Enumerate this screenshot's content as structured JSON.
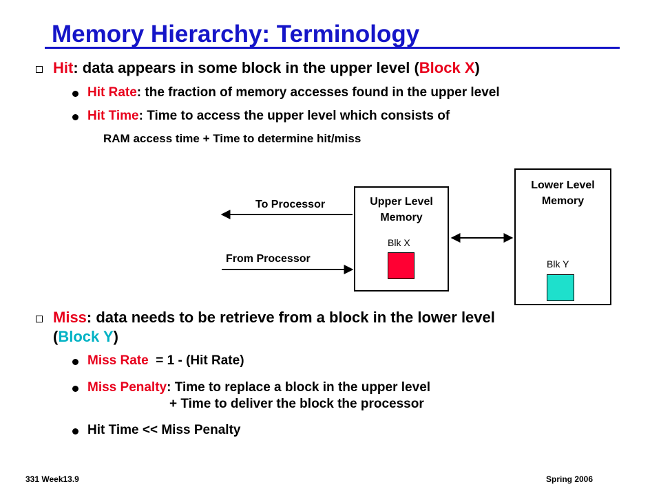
{
  "title": "Memory Hierarchy:  Terminology",
  "hit": {
    "term": "Hit",
    "text": ": data appears in some block in the upper level (",
    "block": "Block X",
    "close": ")",
    "rate_term": "Hit Rate",
    "rate_text": ": the fraction of memory accesses found in the upper level",
    "time_term": "Hit Time",
    "time_text": ": Time to access the upper level which consists of",
    "time_cont": "RAM access time + Time to determine hit/miss"
  },
  "diagram": {
    "to_processor": "To Processor",
    "from_processor": "From Processor",
    "upper_label_1": "Upper Level",
    "upper_label_2": "Memory",
    "upper_block": "Blk X",
    "lower_label_1": "Lower Level",
    "lower_label_2": "Memory",
    "lower_block": "Blk Y",
    "colors": {
      "blk_x": "#ff0033",
      "blk_y": "#1ee0cc"
    }
  },
  "miss": {
    "term": "Miss",
    "text": ": data needs to be retrieve from a block in the lower level",
    "cont_open": "(",
    "block": "Block Y",
    "cont_close": ")",
    "rate_term": "Miss Rate",
    "rate_text": "  = 1 - (Hit Rate)",
    "penalty_term": "Miss Penalty",
    "penalty_text": ": Time to replace a block in the upper level",
    "penalty_cont": "+ Time to deliver the block the processor",
    "compare": "Hit Time << Miss Penalty"
  },
  "footer": {
    "left": "331  Week13.9",
    "right": "Spring 2006"
  },
  "colors": {
    "title": "#1515c8",
    "accent_red": "#e8001c",
    "accent_cyan": "#00b2c4"
  }
}
